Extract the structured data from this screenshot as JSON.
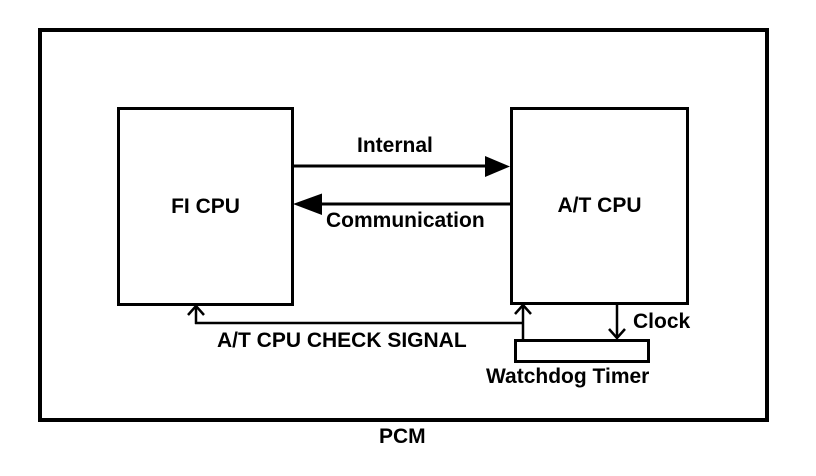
{
  "diagram": {
    "blocks": {
      "fi_cpu": "FI CPU",
      "at_cpu": "A/T CPU",
      "watchdog_timer": "Watchdog Timer"
    },
    "labels": {
      "internal": "Internal",
      "communication": "Communication",
      "check_signal": "A/T CPU CHECK SIGNAL",
      "clock": "Clock",
      "pcm": "PCM"
    },
    "arrows": {
      "internal": "fi-cpu-to-at-cpu-right-arrow",
      "communication": "at-cpu-to-fi-cpu-left-arrow",
      "check_signal": "at-cpu-check-signal-up-arrows",
      "clock": "at-cpu-to-watchdog-down-arrow"
    },
    "colors": {
      "line": "#000000",
      "background": "#ffffff",
      "text": "#000000"
    }
  }
}
